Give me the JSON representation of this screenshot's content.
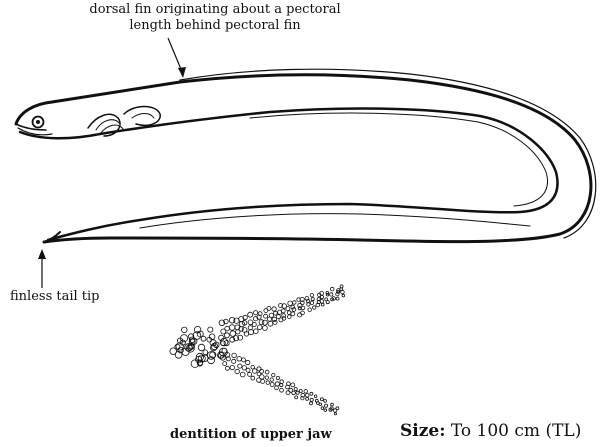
{
  "annotations": {
    "dorsal_line1": "dorsal fin originating  about a pectoral",
    "dorsal_line2": "length behind pectoral fin",
    "tail": "finless tail tip",
    "dentition": "dentition of upper jaw"
  },
  "size": {
    "key": "Size:",
    "value": " To 100 cm (TL)"
  }
}
